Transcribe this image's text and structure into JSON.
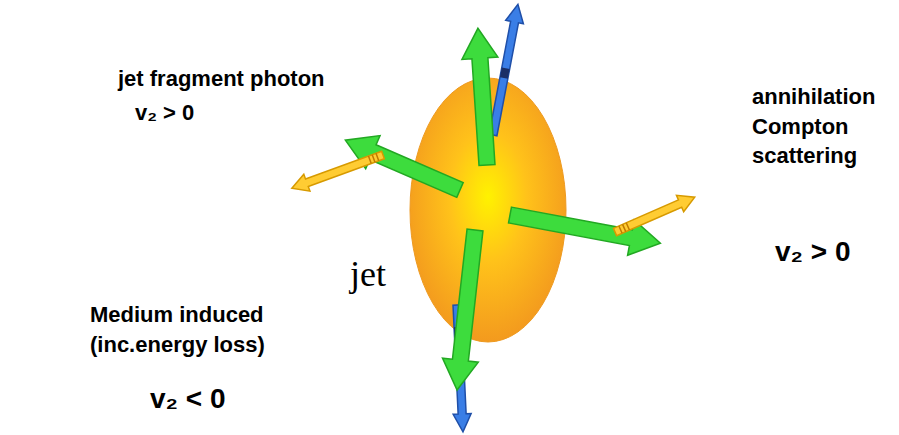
{
  "diagram": {
    "labels": [
      "jet fragment photon",
      "v₂ > 0",
      "annihilation Compton scattering",
      "v₂ > 0",
      "jet",
      "Medium induced (inc.energy loss)",
      "v₂ < 0"
    ]
  }
}
